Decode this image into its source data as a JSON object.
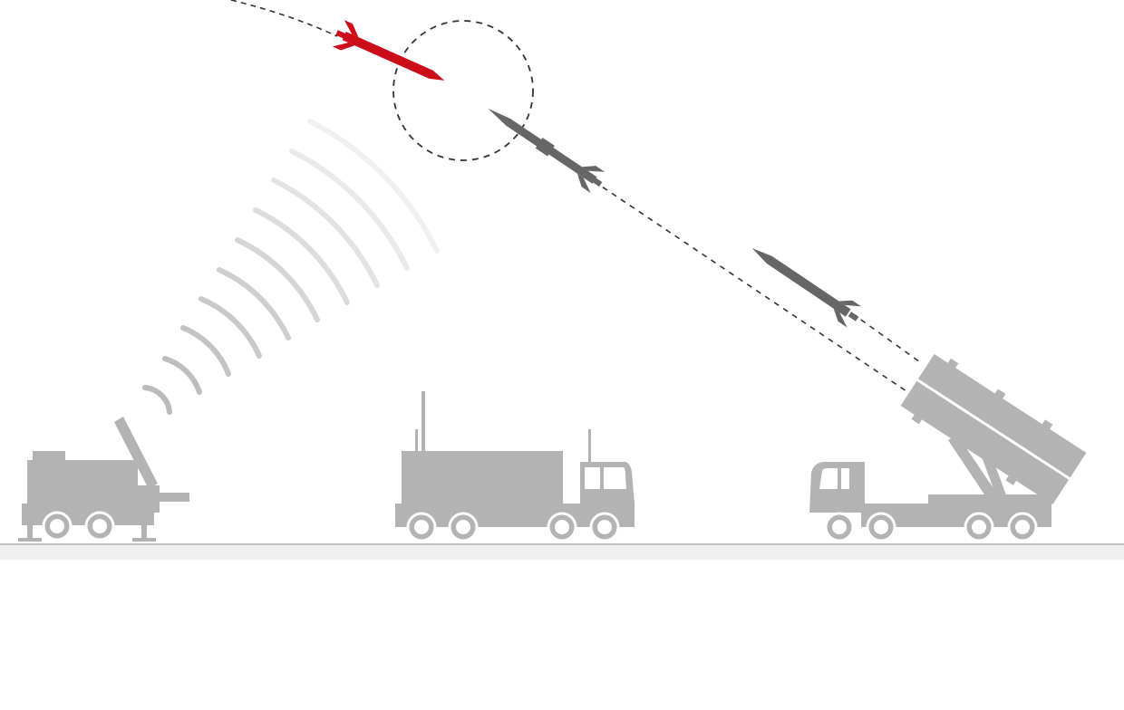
{
  "colors": {
    "background": "#ffffff",
    "vehicle_gray": "#b3b3b3",
    "missile_gray": "#666666",
    "threat_red": "#cc0c18",
    "trajectory_line": "#333333",
    "intercept_circle": "#333333",
    "ground_line": "#aaaaaa",
    "ground_strip": "#efefef",
    "radar_wave": "#bbbbbb"
  },
  "scene": {
    "vehicles": [
      "radar-truck",
      "control-truck",
      "launcher-truck"
    ],
    "missiles": [
      "incoming-threat-missile",
      "interceptor-missile",
      "launching-interceptor-missile"
    ],
    "radar_wave_count": 10
  }
}
